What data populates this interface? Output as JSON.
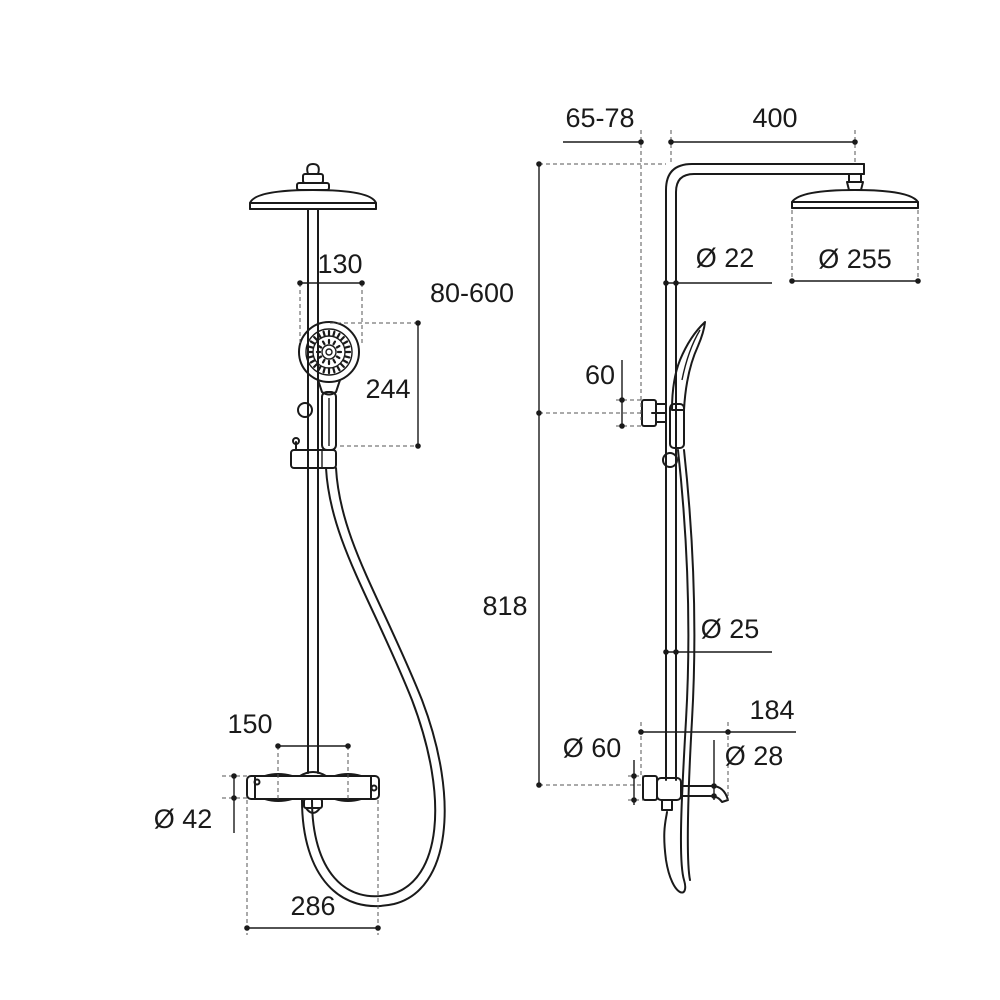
{
  "front_view": {
    "dimensions": {
      "handshower_offset": "130",
      "slide_range": "80-600",
      "handshower_length": "244",
      "inlet_centers": "150",
      "inlet_diameter": "Ø 42",
      "mixer_width": "286"
    }
  },
  "side_view": {
    "dimensions": {
      "wall_distance": "65-78",
      "arm_reach": "400",
      "riser_top_diameter": "Ø 22",
      "showerhead_diameter": "Ø 255",
      "bracket_height": "60",
      "total_height": "818",
      "riser_bottom_diameter": "Ø 25",
      "spout_reach": "184",
      "wall_flange_diameter": "Ø 60",
      "spout_diameter": "Ø 28"
    }
  }
}
